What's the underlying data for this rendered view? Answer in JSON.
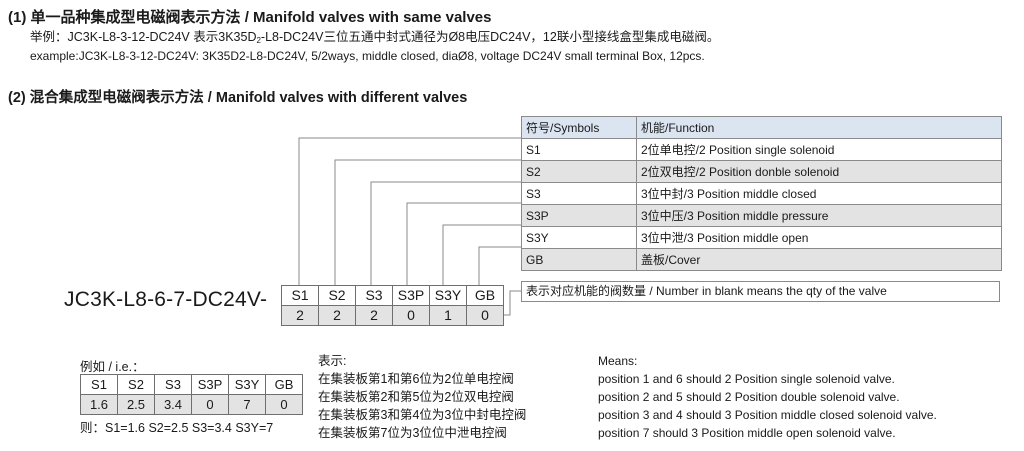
{
  "section1": {
    "number": "(1)",
    "title_cn": "单一品种集成型电磁阀表示方法",
    "title_sep": " / ",
    "title_en": "Manifold valves with same valves",
    "example_cn": "举例：JC3K-L8-3-12-DC24V 表示3K35D",
    "example_cn_sub": "2",
    "example_cn_tail": "-L8-DC24V三位五通中封式通径为Ø8电压DC24V，12联小型接线盒型集成电磁阀。",
    "example_en": "example:JC3K-L8-3-12-DC24V: 3K35D2-L8-DC24V, 5/2ways, middle closed, diaØ8, voltage DC24V small terminal Box, 12pcs."
  },
  "section2": {
    "number": "(2)",
    "title_cn": "混合集成型电磁阀表示方法",
    "title_sep": " / ",
    "title_en": "Manifold valves with different valves"
  },
  "symbol_table": {
    "headers": [
      "符号/Symbols",
      "机能/Function"
    ],
    "rows": [
      {
        "symbol": "S1",
        "function": "2位单电控/2 Position single solenoid"
      },
      {
        "symbol": "S2",
        "function": "2位双电控/2 Position donble solenoid"
      },
      {
        "symbol": "S3",
        "function": "3位中封/3 Position middle closed"
      },
      {
        "symbol": "S3P",
        "function": "3位中压/3 Position middle pressure"
      },
      {
        "symbol": "S3Y",
        "function": "3位中泄/3 Position middle open"
      },
      {
        "symbol": "GB",
        "function": "盖板/Cover"
      }
    ]
  },
  "note_box": {
    "text": "表示对应机能的阀数量 / Number in blank means the qty of the valve"
  },
  "model": {
    "prefix": "JC3K-L8-6-7-DC24V-",
    "symbols": [
      "S1",
      "S2",
      "S3",
      "S3P",
      "S3Y",
      "GB"
    ],
    "values": [
      "2",
      "2",
      "2",
      "0",
      "1",
      "0"
    ]
  },
  "example_block": {
    "label": "例如 / i.e.：",
    "symbols": [
      "S1",
      "S2",
      "S3",
      "S3P",
      "S3Y",
      "GB"
    ],
    "values": [
      "1.6",
      "2.5",
      "3.4",
      "0",
      "7",
      "0"
    ],
    "result": "则：S1=1.6  S2=2.5  S3=3.4  S3Y=7"
  },
  "cn_column": {
    "head": "表示:",
    "lines": [
      "在集装板第1和第6位为2位单电控阀",
      "在集装板第2和第5位为2位双电控阀",
      "在集装板第3和第4位为3位中封电控阀",
      "在集装板第7位为3位位中泄电控阀"
    ]
  },
  "en_column": {
    "head": "Means:",
    "lines": [
      "position 1 and 6 should 2 Position single solenoid valve.",
      "position 2 and 5 should 2 Position double solenoid valve.",
      "position 3 and 4 should 3 Position middle closed solenoid valve.",
      "position 7 should 3 Position middle open solenoid valve."
    ]
  },
  "colors": {
    "header_blue": "#dbe5f1",
    "row_gray": "#e3e3e3",
    "border": "#8a8a8a",
    "connector": "#8a8a8a",
    "text": "#1a1a1a"
  }
}
